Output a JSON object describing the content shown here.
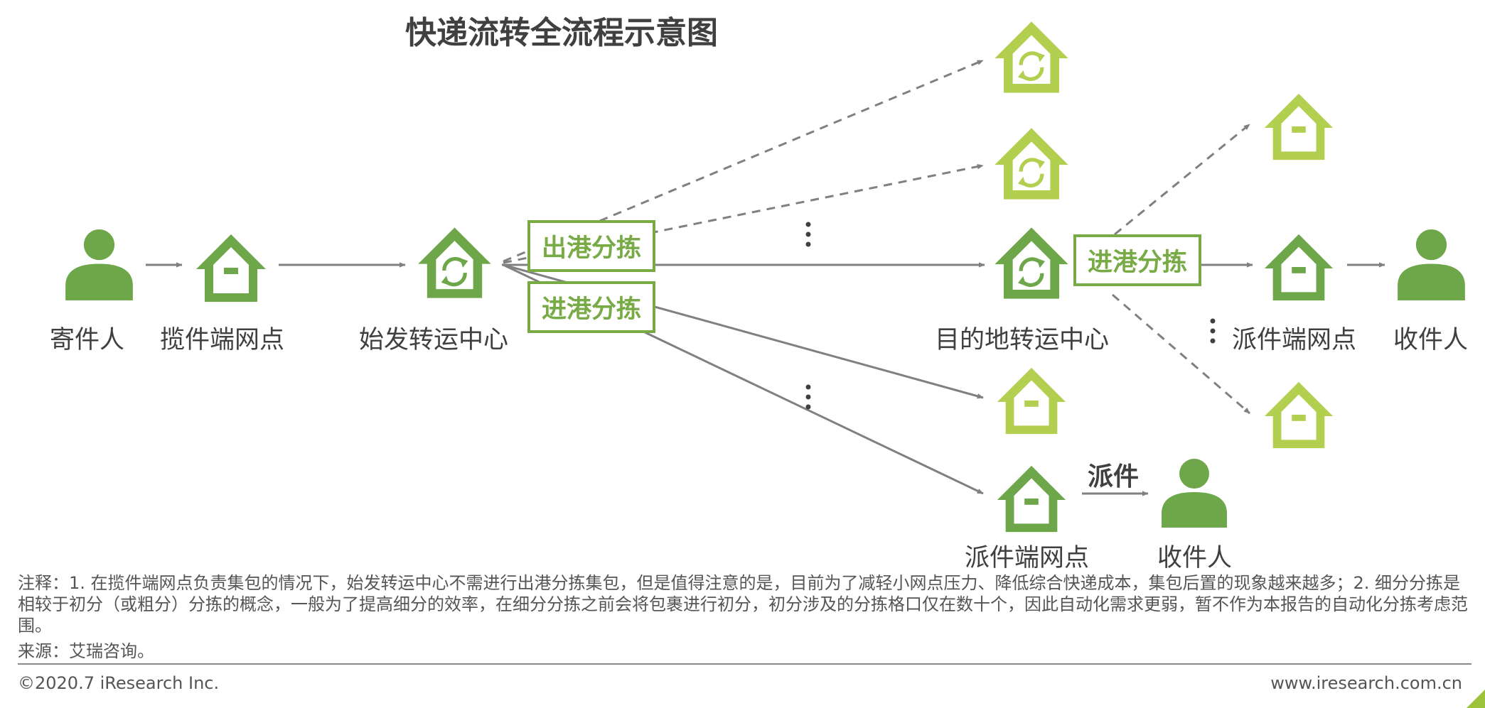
{
  "title": "快递流转全流程示意图",
  "labels": {
    "sender": "寄件人",
    "pickup_outlet": "揽件端网点",
    "origin_center": "始发转运中心",
    "dest_center": "目的地转运中心",
    "delivery_outlet_right": "派件端网点",
    "recipient_right": "收件人",
    "delivery_outlet_bottom": "派件端网点",
    "recipient_bottom": "收件人"
  },
  "boxes": {
    "outbound_sort": "出港分拣",
    "inbound_sort_origin": "进港分拣",
    "inbound_sort_dest": "进港分拣"
  },
  "dispatch_label": "派件",
  "footer": {
    "note": "注释：1. 在揽件端网点负责集包的情况下，始发转运中心不需进行出港分拣集包，但是值得注意的是，目前为了减轻小网点压力、降低综合快递成本，集包后置的现象越来越多；2. 细分分拣是相较于初分（或粗分）分拣的概念，一般为了提高细分的效率，在细分分拣之前会将包裹进行初分，初分涉及的分拣格口仅在数十个，因此自动化需求更弱，暂不作为本报告的自动化分拣考虑范围。",
    "source": "来源：艾瑞咨询。",
    "copyright": "©2020.7 iResearch Inc.",
    "website": "www.iresearch.com.cn"
  },
  "colors": {
    "dark_green": "#6ea64a",
    "light_green": "#b3cf4f",
    "arrow_gray": "#808080"
  },
  "icons": {
    "person": "person-icon",
    "outlet": "outlet-house-icon",
    "transfer_center": "transfer-center-house-icon",
    "ellipsis": "vertical-ellipsis-icon"
  }
}
